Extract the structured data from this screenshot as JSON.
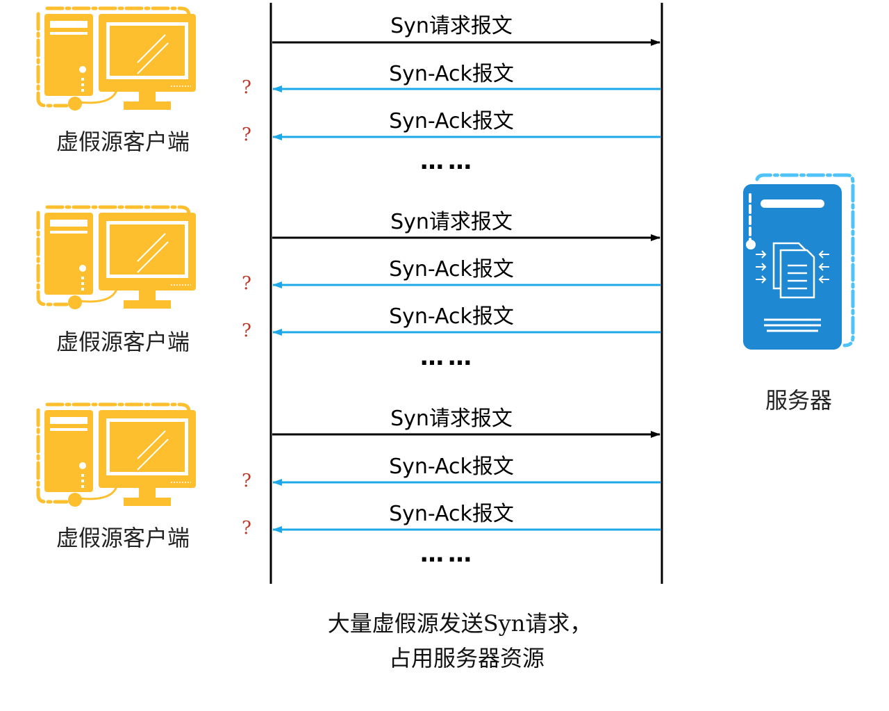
{
  "colors": {
    "client": "#FDBF2D",
    "server": "#1E88D2",
    "server_dash": "#4FC3F7",
    "syn_arrow": "#000000",
    "ack_arrow": "#1DA8E8",
    "question": "#C0392B"
  },
  "icons": {
    "client": "computer-icon",
    "server": "server-icon"
  },
  "groups": [
    {
      "client_label": "虚假源客户端",
      "messages": [
        {
          "label": "Syn请求报文",
          "direction": "to-server"
        },
        {
          "label": "Syn-Ack报文",
          "direction": "to-client",
          "mark": "?"
        },
        {
          "label": "Syn-Ack报文",
          "direction": "to-client",
          "mark": "?"
        }
      ],
      "ellipsis": "……"
    },
    {
      "client_label": "虚假源客户端",
      "messages": [
        {
          "label": "Syn请求报文",
          "direction": "to-server"
        },
        {
          "label": "Syn-Ack报文",
          "direction": "to-client",
          "mark": "?"
        },
        {
          "label": "Syn-Ack报文",
          "direction": "to-client",
          "mark": "?"
        }
      ],
      "ellipsis": "……"
    },
    {
      "client_label": "虚假源客户端",
      "messages": [
        {
          "label": "Syn请求报文",
          "direction": "to-server"
        },
        {
          "label": "Syn-Ack报文",
          "direction": "to-client",
          "mark": "?"
        },
        {
          "label": "Syn-Ack报文",
          "direction": "to-client",
          "mark": "?"
        }
      ],
      "ellipsis": "……"
    }
  ],
  "server_label": "服务器",
  "caption": {
    "line1": "大量虚假源发送Syn请求，",
    "line2": "占用服务器资源"
  }
}
